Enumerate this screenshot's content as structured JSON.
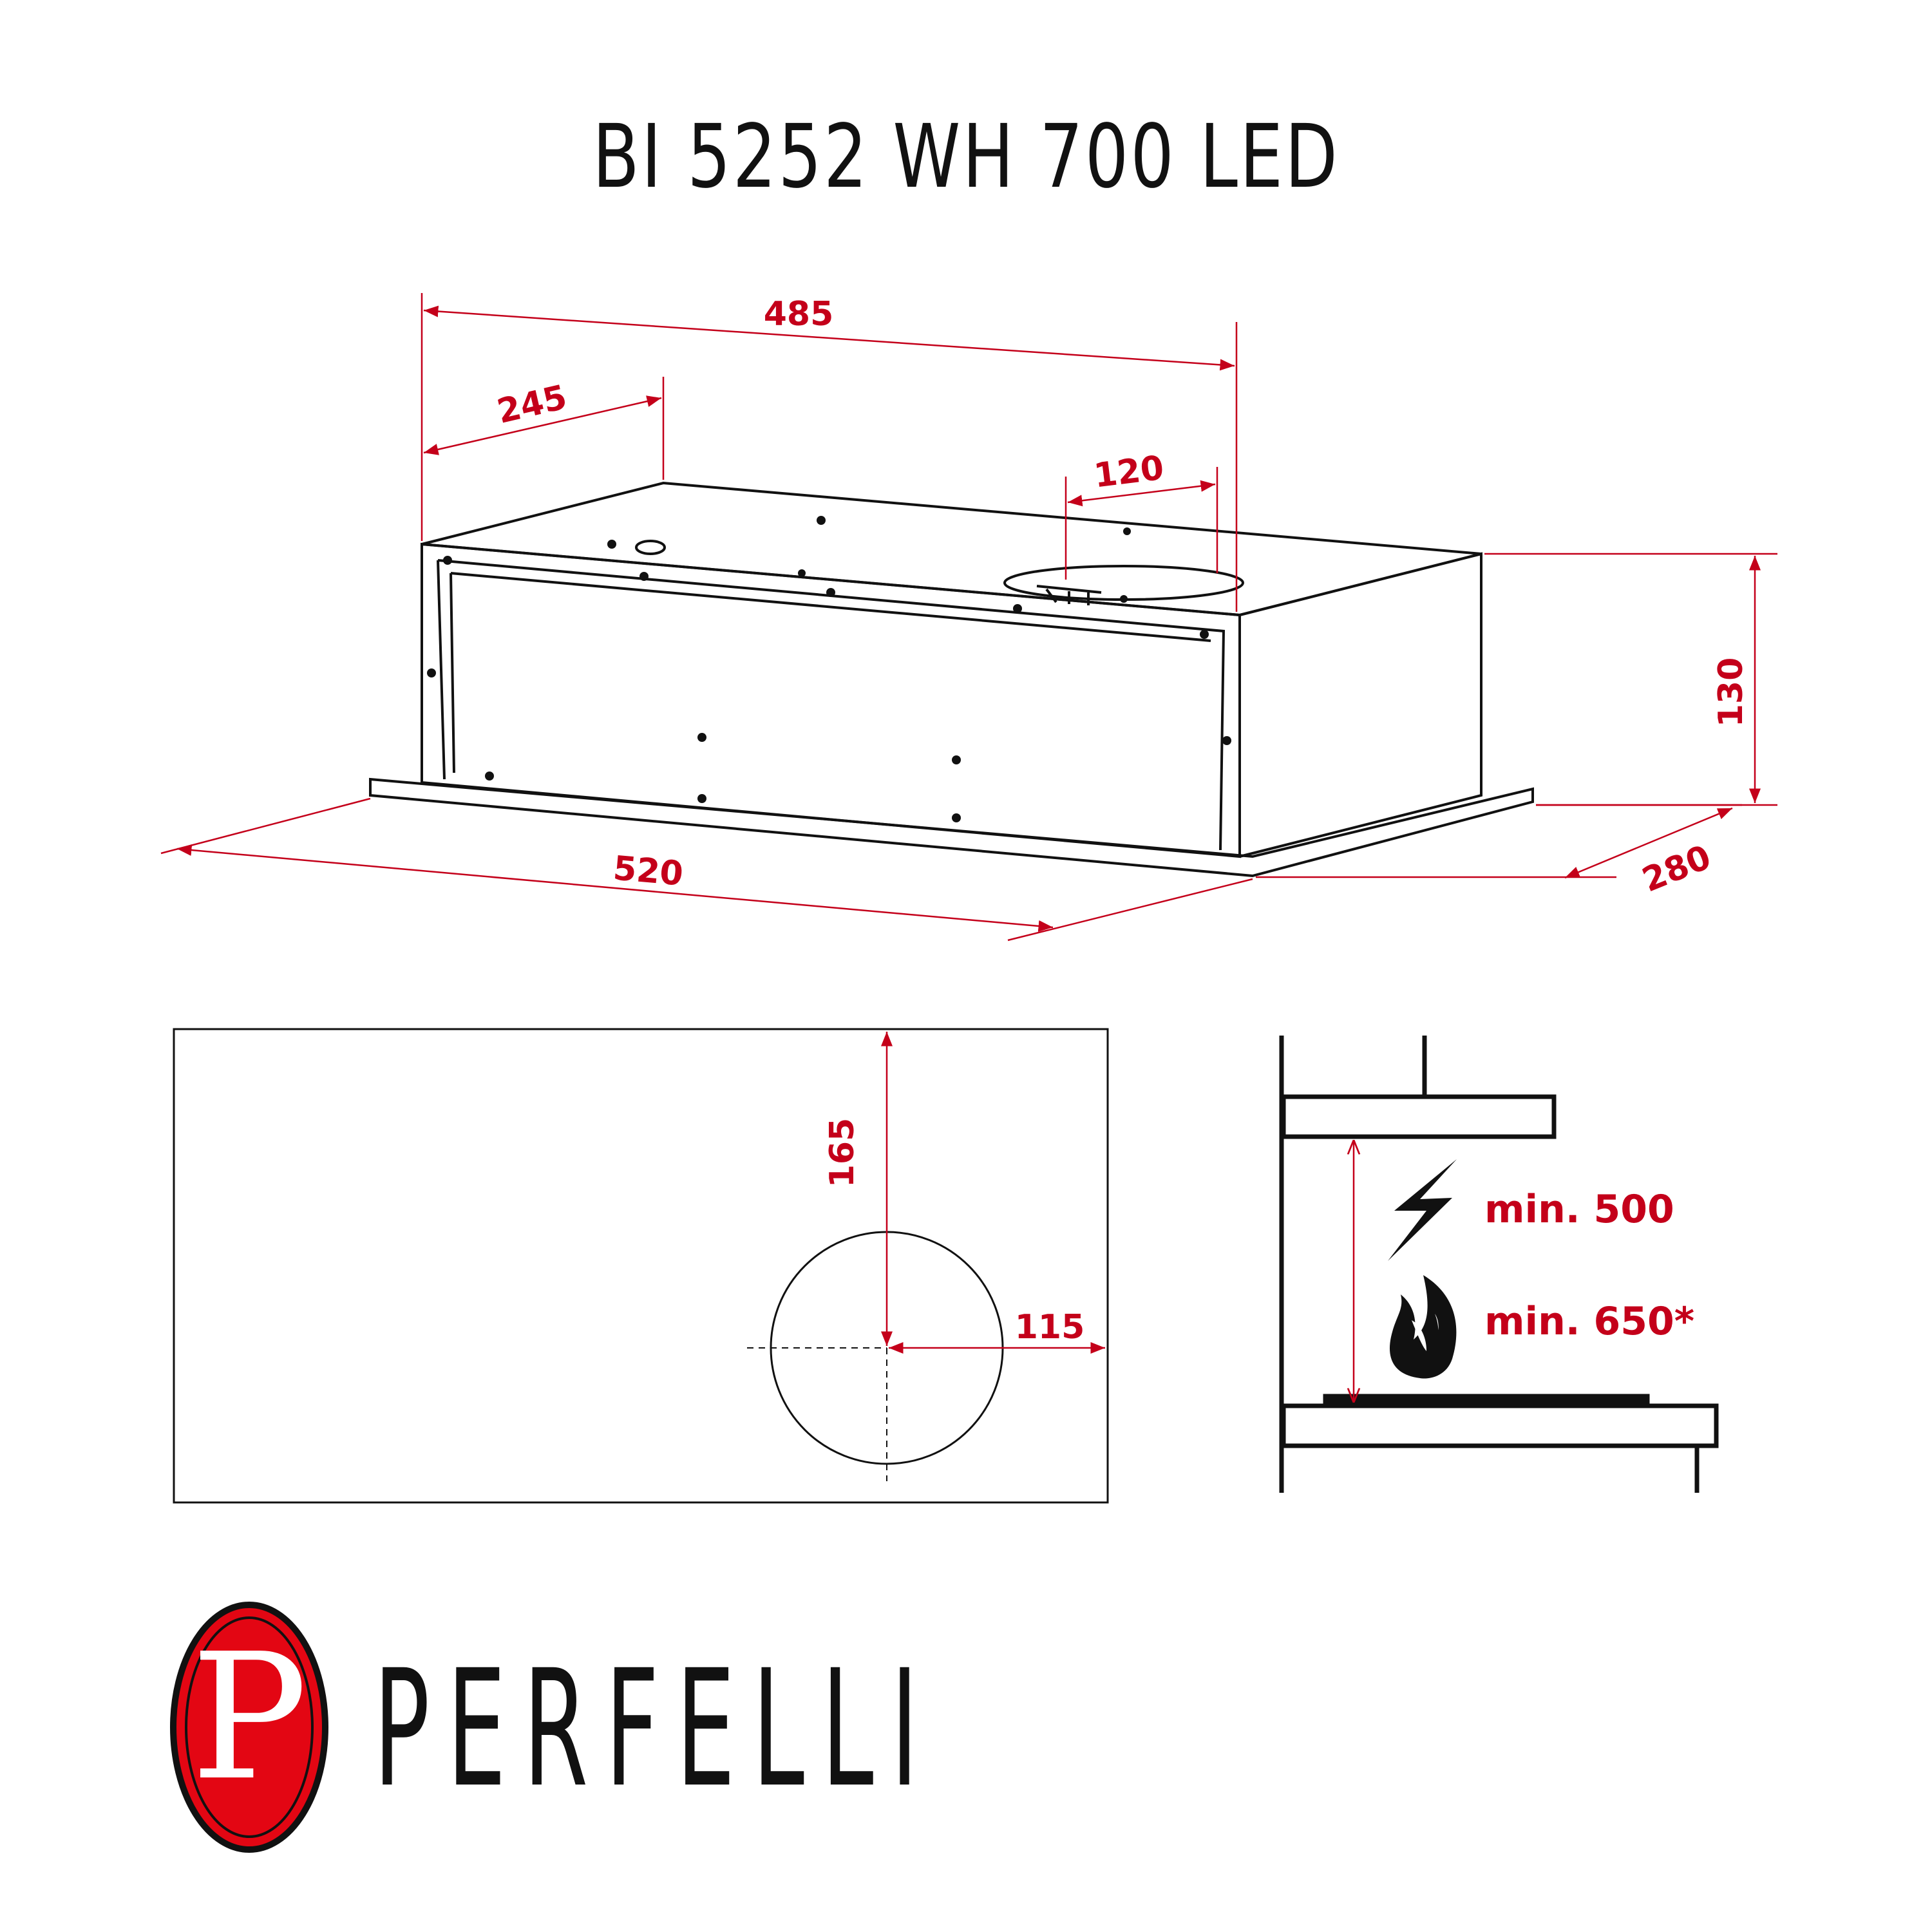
{
  "title": "BI 5252 WH 700 LED",
  "brand": {
    "name": "PERFELLI",
    "logo_letter": "P"
  },
  "colors": {
    "dimension": "#c4001a",
    "outline": "#111111",
    "logo_red": "#e30613"
  },
  "dimensions": {
    "width_top": "485",
    "offset_outlet": "245",
    "outlet_diameter": "120",
    "height": "130",
    "width_bottom": "520",
    "depth": "280",
    "cutout_depth": "165",
    "cutout_side": "115"
  },
  "clearance": {
    "electric_icon": "lightning-icon",
    "electric_label": "min. 500",
    "gas_icon": "flame-icon",
    "gas_label": "min. 650*"
  }
}
